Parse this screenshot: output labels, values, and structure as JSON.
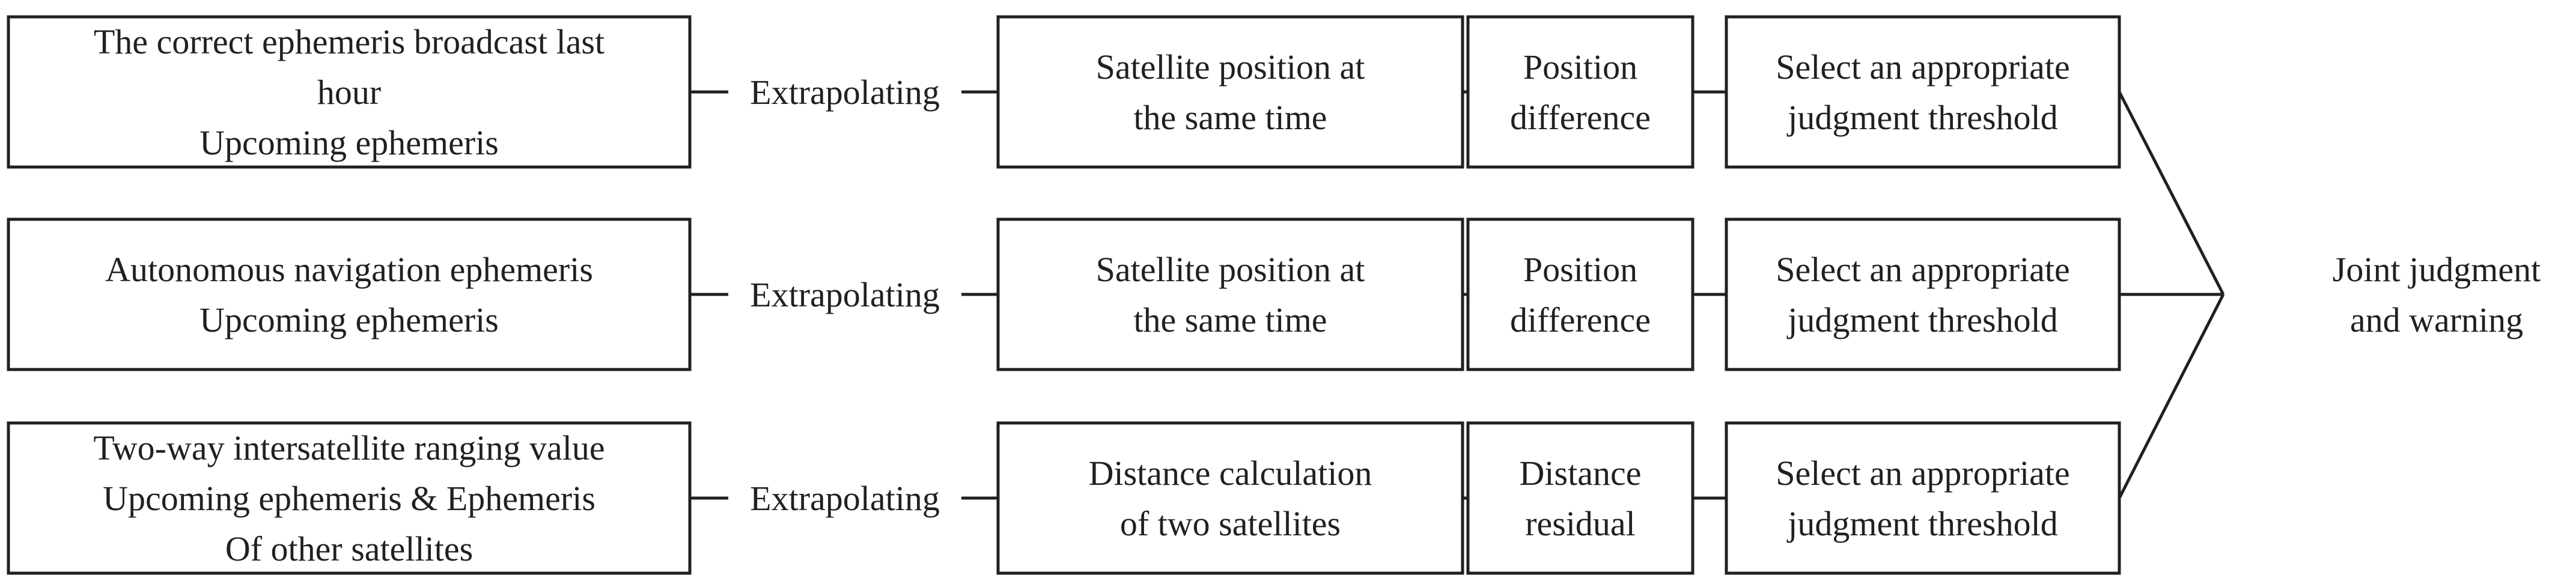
{
  "rows": [
    {
      "input_lines": [
        "The correct ephemeris broadcast last",
        "hour",
        "Upcoming ephemeris"
      ],
      "connector_label": "Extrapolating",
      "computation_lines": [
        "Satellite position at",
        "the same time"
      ],
      "difference_lines": [
        "Position",
        "difference"
      ],
      "threshold_lines": [
        "Select an appropriate",
        "judgment threshold"
      ]
    },
    {
      "input_lines": [
        "Autonomous navigation ephemeris",
        "Upcoming ephemeris"
      ],
      "connector_label": "Extrapolating",
      "computation_lines": [
        "Satellite position at",
        "the same time"
      ],
      "difference_lines": [
        "Position",
        "difference"
      ],
      "threshold_lines": [
        "Select an appropriate",
        "judgment threshold"
      ]
    },
    {
      "input_lines": [
        "Two-way intersatellite ranging value",
        "Upcoming ephemeris & Ephemeris",
        "Of other satellites"
      ],
      "connector_label": "Extrapolating",
      "computation_lines": [
        "Distance calculation",
        "of two satellites"
      ],
      "difference_lines": [
        "Distance",
        "residual"
      ],
      "threshold_lines": [
        "Select an appropriate",
        "judgment threshold"
      ]
    }
  ],
  "result": {
    "lines": [
      "Joint judgment",
      "and warning"
    ]
  },
  "colors": {
    "stroke": "#231f20",
    "text": "#231f20",
    "background": "#ffffff"
  }
}
